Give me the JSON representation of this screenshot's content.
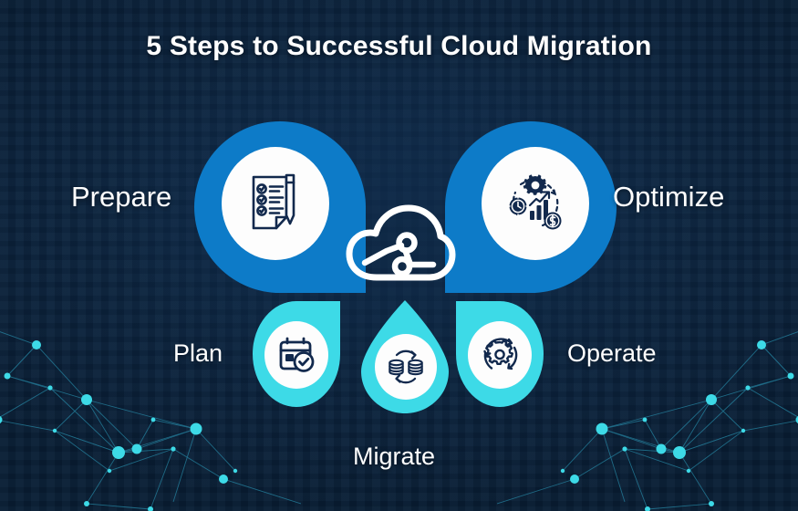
{
  "page": {
    "title": "5 Steps to Successful Cloud Migration",
    "background_color": "#0b2038",
    "accent_blue": "#0d7bc8",
    "accent_cyan": "#3ddae7",
    "text_color": "#ffffff"
  },
  "center": {
    "icon": "cloud-network-icon"
  },
  "steps": [
    {
      "id": "prepare",
      "label": "Prepare",
      "color": "#0d7bc8",
      "icon": "checklist-pen-icon",
      "position": "top-left"
    },
    {
      "id": "plan",
      "label": "Plan",
      "color": "#3ddae7",
      "icon": "calendar-check-icon",
      "position": "bottom-left"
    },
    {
      "id": "migrate",
      "label": "Migrate",
      "color": "#3ddae7",
      "icon": "database-sync-icon",
      "position": "bottom-center"
    },
    {
      "id": "operate",
      "label": "Operate",
      "color": "#3ddae7",
      "icon": "gear-refresh-icon",
      "position": "bottom-right"
    },
    {
      "id": "optimize",
      "label": "Optimize",
      "color": "#0d7bc8",
      "icon": "analytics-optimize-icon",
      "position": "top-right"
    }
  ],
  "decoration": {
    "network_left": "network-constellation-left",
    "network_right": "network-constellation-right",
    "grid": "digital-grid-texture"
  }
}
